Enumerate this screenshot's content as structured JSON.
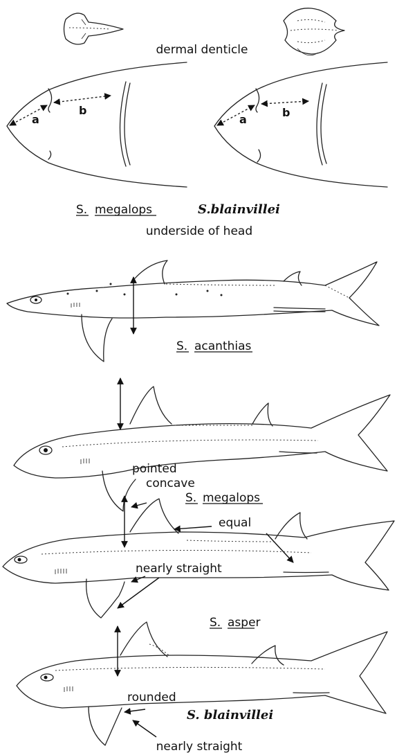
{
  "labels": {
    "dermal_denticle": "dermal denticle",
    "a_left": "a",
    "b_left": "b",
    "a_right": "a",
    "b_right": "b",
    "head_left_genus": "S.",
    "head_left_species": "megalops",
    "head_right_name": "S.blainvillei",
    "underside_of_head": "underside of head",
    "acanthias_genus": "S.",
    "acanthias_species": "acanthias",
    "pointed": "pointed",
    "concave": "concave",
    "megalops_genus": "S.",
    "megalops_species": "megalops",
    "equal": "equal",
    "nearly_straight_asper": "nearly straight",
    "asper_genus": "S.",
    "asper_species": "asper",
    "rounded": "rounded",
    "blainvillei_name": "S. blainvillei",
    "nearly_straight_bottom": "nearly straight"
  },
  "colors": {
    "ink": "#111111",
    "background": "#ffffff"
  }
}
